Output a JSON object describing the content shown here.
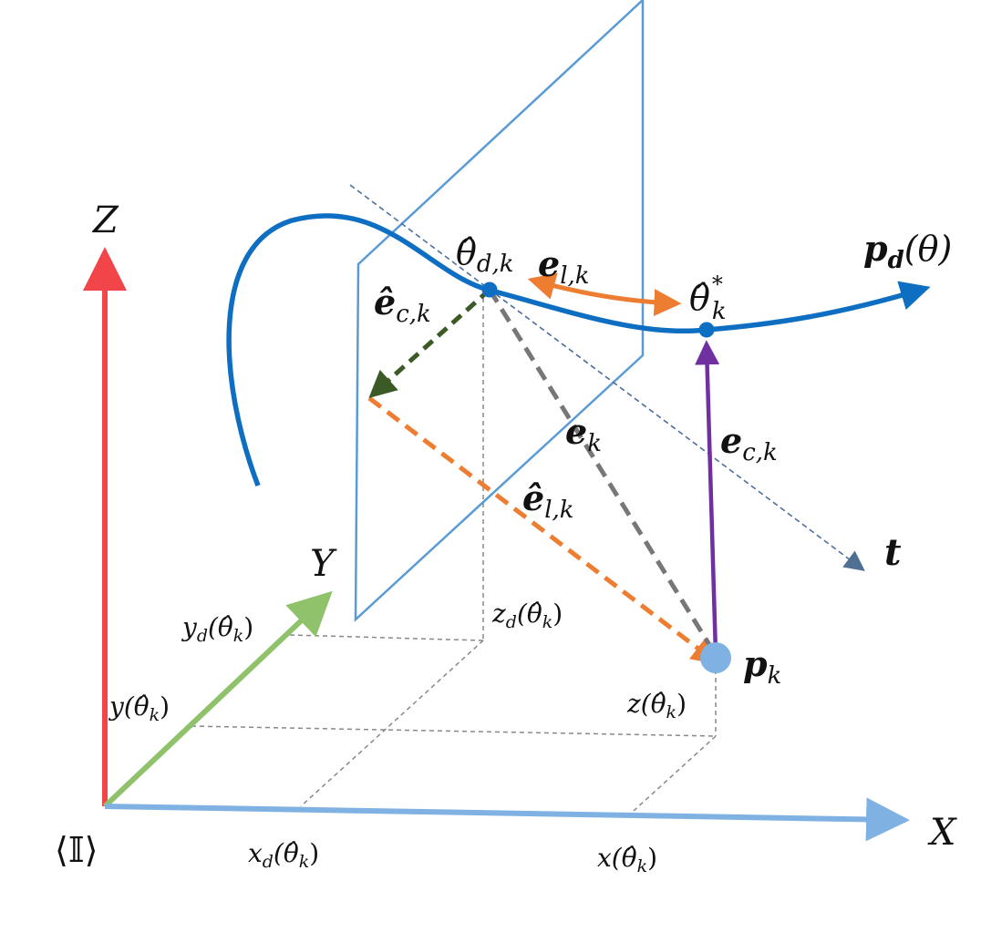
{
  "axes": {
    "z": "Z",
    "y": "Y",
    "x": "X",
    "frame": "⟨𝕀⟩"
  },
  "curve": {
    "label": "p",
    "subscript": "d",
    "argument": "(θ)"
  },
  "points": {
    "theta_d": {
      "base": "θ̂",
      "subscript": "d,k"
    },
    "theta_star": {
      "base": "θ̂",
      "subscript": "k",
      "superscript": "*"
    },
    "p_k": {
      "base": "p",
      "subscript": "k"
    }
  },
  "vectors": {
    "e_lk": {
      "base": "e",
      "subscript": "l,k"
    },
    "e_hat_ck": {
      "base": "ê",
      "subscript": "c,k"
    },
    "e_k": {
      "base": "e",
      "subscript": "k"
    },
    "e_ck": {
      "base": "e",
      "subscript": "c,k"
    },
    "e_hat_lk": {
      "base": "ê",
      "subscript": "l,k"
    },
    "tangent": "t"
  },
  "projections": {
    "y_d": {
      "base": "y",
      "subscript": "d",
      "argument": "(θ̂",
      "arg_sub": "k",
      "close": ")"
    },
    "y": {
      "base": "y",
      "argument": "(θ̂",
      "arg_sub": "k",
      "close": ")"
    },
    "z_d": {
      "base": "z",
      "subscript": "d",
      "argument": "(θ̂",
      "arg_sub": "k",
      "close": ")"
    },
    "z": {
      "base": "z",
      "argument": "(θ̂",
      "arg_sub": "k",
      "close": ")"
    },
    "x_d": {
      "base": "x",
      "subscript": "d",
      "argument": "(θ̂",
      "arg_sub": "k",
      "close": ")"
    },
    "x": {
      "base": "x",
      "argument": "(θ̂",
      "arg_sub": "k",
      "close": ")"
    }
  },
  "colors": {
    "z_axis": "#f2454a",
    "y_axis": "#8fc26b",
    "x_axis": "#7fb2e3",
    "plane": "#5b9bd5",
    "curve": "#0e6fc2",
    "tangent": "#4f6f93",
    "e_lk": "#ed7d31",
    "e_hat_ck": "#3b5a25",
    "e_k": "#777777",
    "e_ck": "#7030a0",
    "e_hat_lk": "#ed7d31",
    "p_k_marker": "#7fb2e3",
    "guide": "#888888"
  }
}
